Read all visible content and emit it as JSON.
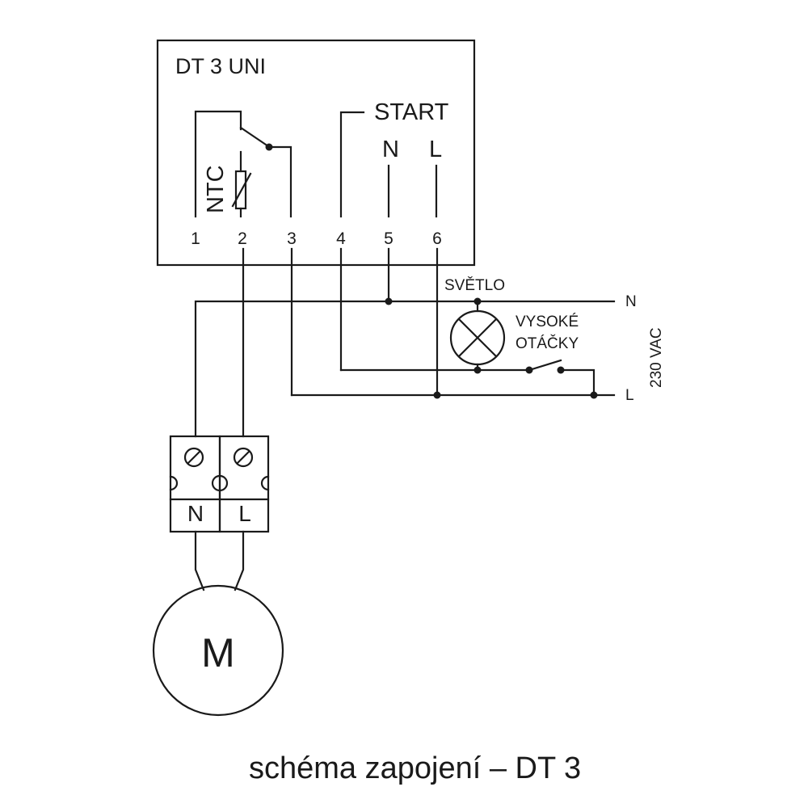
{
  "unit": {
    "title": "DT 3 UNI",
    "start_label": "START",
    "start_n_label": "N",
    "start_l_label": "L",
    "ntc_label": "NTC",
    "terminals": [
      "1",
      "2",
      "3",
      "4",
      "5",
      "6"
    ]
  },
  "external": {
    "light_label": "SVĚTLO",
    "high_speed_label_line1": "VYSOKÉ",
    "high_speed_label_line2": "OTÁČKY",
    "line_n_label": "N",
    "line_l_label": "L",
    "voltage_label": "230 VAC"
  },
  "terminal_block": {
    "left_label": "N",
    "right_label": "L"
  },
  "motor": {
    "label": "M"
  },
  "caption": "schéma zapojení – DT 3"
}
